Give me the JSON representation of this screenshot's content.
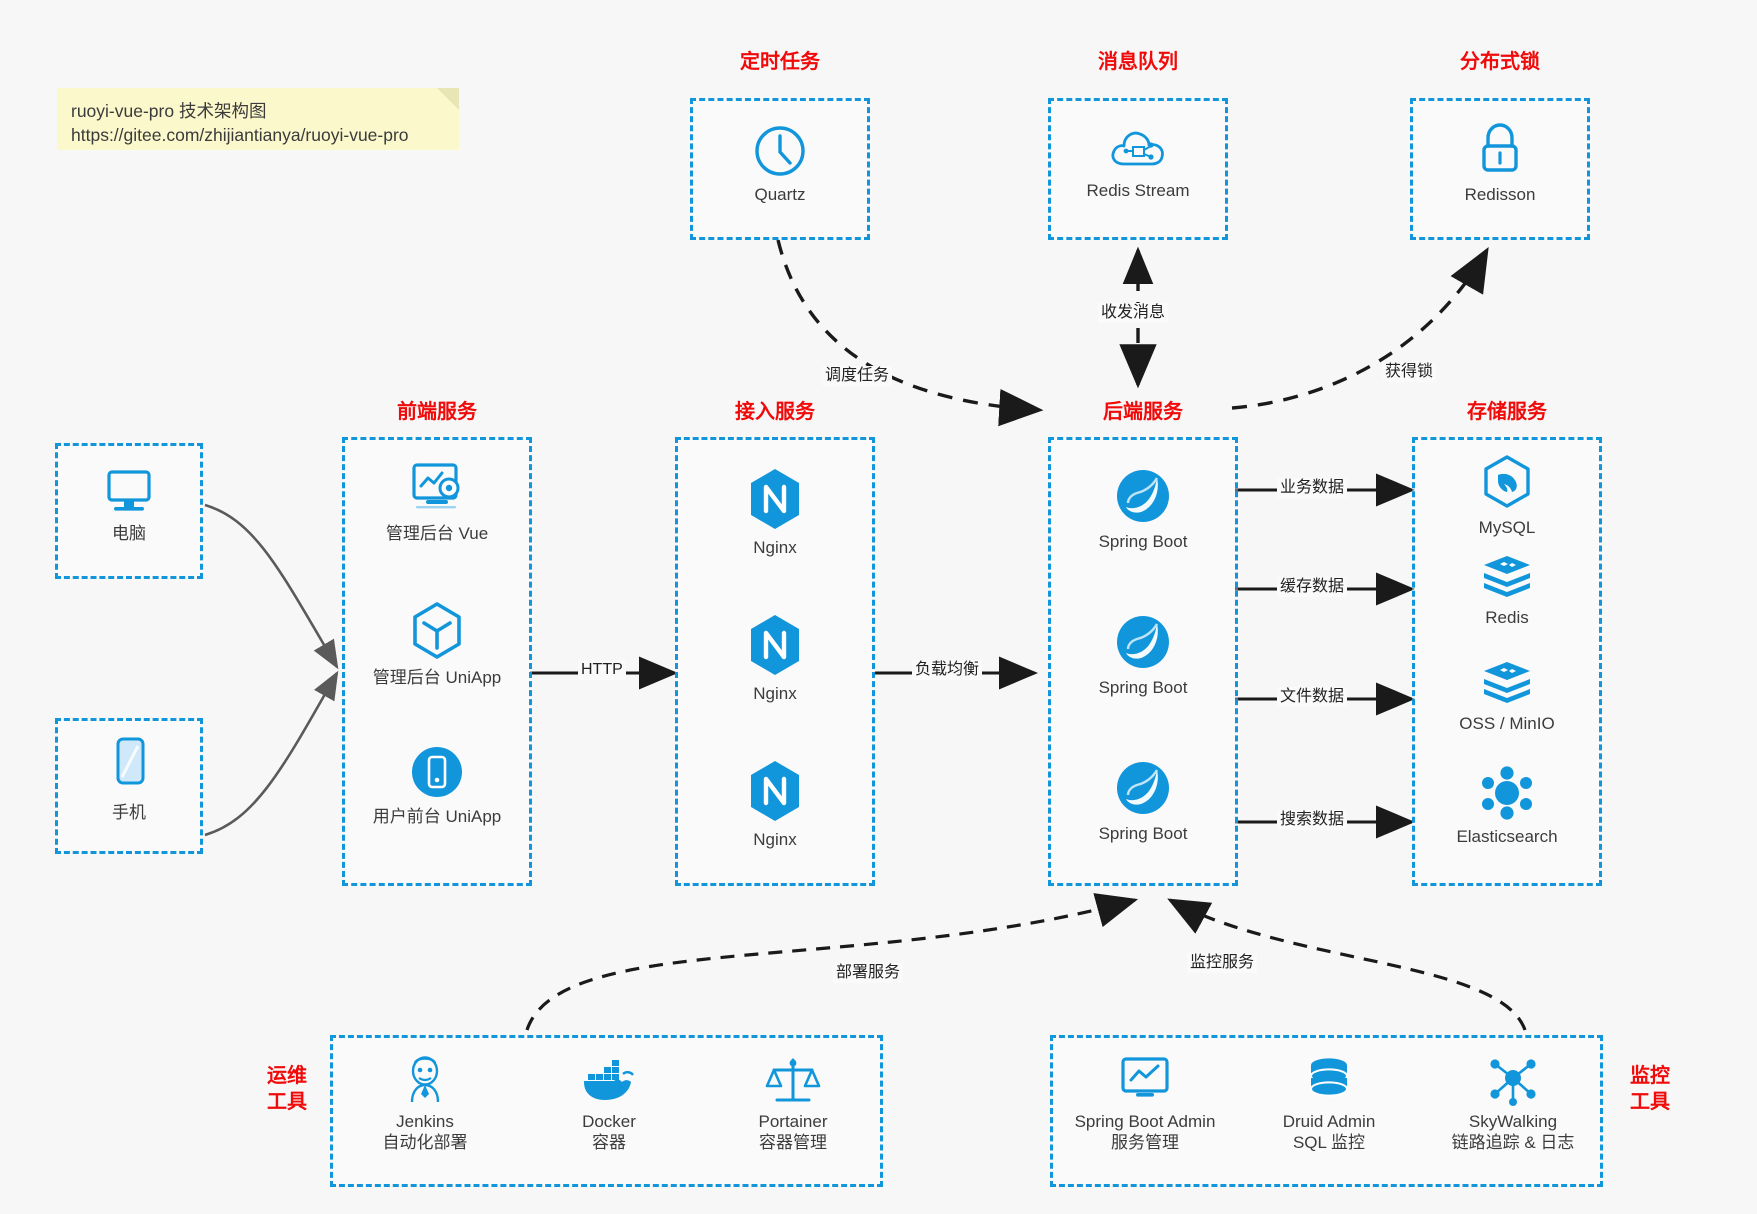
{
  "note": {
    "line1": "ruoyi-vue-pro 技术架构图",
    "line2": "https://gitee.com/zhijiantianya/ruoyi-vue-pro"
  },
  "colors": {
    "accent_blue": "#1296db",
    "group_label_red": "#f00a0a",
    "note_yellow": "#fbf8cc",
    "arrow_gray": "#5a5a5a",
    "arrow_black": "#1a1a1a",
    "background": "#f7f7f7"
  },
  "groups": {
    "scheduled_task": {
      "label": "定时任务",
      "nodes": [
        {
          "name": "Quartz",
          "icon": "clock-icon"
        }
      ]
    },
    "message_queue": {
      "label": "消息队列",
      "nodes": [
        {
          "name": "Redis Stream",
          "icon": "cloud-stream-icon"
        }
      ]
    },
    "distributed_lock": {
      "label": "分布式锁",
      "nodes": [
        {
          "name": "Redisson",
          "icon": "padlock-icon"
        }
      ]
    },
    "clients": [
      {
        "label": "电脑",
        "icon": "desktop-monitor-icon"
      },
      {
        "label": "手机",
        "icon": "smartphone-icon"
      }
    ],
    "frontend": {
      "label": "前端服务",
      "nodes": [
        {
          "name": "管理后台 Vue",
          "icon": "dashboard-gear-icon"
        },
        {
          "name": "管理后台 UniApp",
          "icon": "hexagon-cube-icon"
        },
        {
          "name": "用户前台 UniApp",
          "icon": "mobile-app-icon"
        }
      ]
    },
    "gateway": {
      "label": "接入服务",
      "nodes": [
        {
          "name": "Nginx",
          "icon": "nginx-icon"
        },
        {
          "name": "Nginx",
          "icon": "nginx-icon"
        },
        {
          "name": "Nginx",
          "icon": "nginx-icon"
        }
      ]
    },
    "backend": {
      "label": "后端服务",
      "nodes": [
        {
          "name": "Spring Boot",
          "icon": "spring-leaf-icon"
        },
        {
          "name": "Spring Boot",
          "icon": "spring-leaf-icon"
        },
        {
          "name": "Spring Boot",
          "icon": "spring-leaf-icon"
        }
      ]
    },
    "storage": {
      "label": "存储服务",
      "nodes": [
        {
          "name": "MySQL",
          "icon": "mysql-dolphin-icon"
        },
        {
          "name": "Redis",
          "icon": "redis-stack-icon"
        },
        {
          "name": "OSS / MinIO",
          "icon": "oss-stack-icon"
        },
        {
          "name": "Elasticsearch",
          "icon": "elasticsearch-icon"
        }
      ]
    },
    "devops": {
      "label_line1": "运维",
      "label_line2": "工具",
      "nodes": [
        {
          "name": "Jenkins",
          "desc": "自动化部署",
          "icon": "jenkins-butler-icon"
        },
        {
          "name": "Docker",
          "desc": "容器",
          "icon": "docker-whale-icon"
        },
        {
          "name": "Portainer",
          "desc": "容器管理",
          "icon": "portainer-scale-icon"
        }
      ]
    },
    "monitoring": {
      "label_line1": "监控",
      "label_line2": "工具",
      "nodes": [
        {
          "name": "Spring Boot Admin",
          "desc": "服务管理",
          "icon": "monitor-chart-icon"
        },
        {
          "name": "Druid Admin",
          "desc": "SQL 监控",
          "icon": "database-cylinder-icon"
        },
        {
          "name": "SkyWalking",
          "desc": "链路追踪 & 日志",
          "icon": "skywalking-network-icon"
        }
      ]
    }
  },
  "edges": {
    "schedule_task": "调度任务",
    "send_receive_message": "收发消息",
    "acquire_lock": "获得锁",
    "http": "HTTP",
    "load_balance": "负载均衡",
    "business_data": "业务数据",
    "cache_data": "缓存数据",
    "file_data": "文件数据",
    "search_data": "搜索数据",
    "deploy_service": "部署服务",
    "monitor_service": "监控服务"
  }
}
